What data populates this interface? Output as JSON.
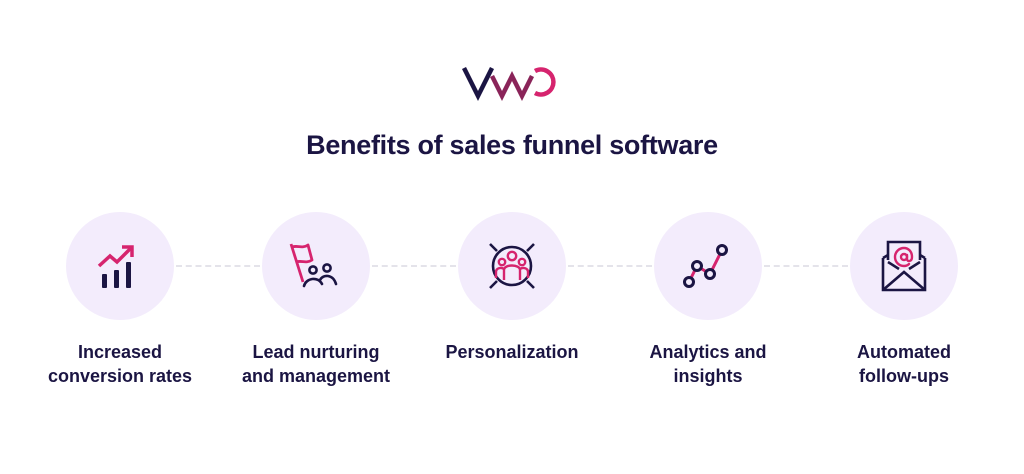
{
  "brand": {
    "logo_text": "VWO",
    "colors": {
      "navy": "#1b1543",
      "plum": "#8a2459",
      "magenta": "#d6246e",
      "circle_bg": "#f3ecfc",
      "connector": "#e4e3ea"
    }
  },
  "header": {
    "title": "Benefits of sales funnel software"
  },
  "benefits": [
    {
      "label": "Increased\nconversion rates",
      "icon": "growth-chart-icon"
    },
    {
      "label": "Lead nurturing\nand management",
      "icon": "flag-team-icon"
    },
    {
      "label": "Personalization",
      "icon": "target-audience-icon"
    },
    {
      "label": "Analytics and\ninsights",
      "icon": "line-graph-icon"
    },
    {
      "label": "Automated\nfollow-ups",
      "icon": "email-envelope-icon"
    }
  ]
}
